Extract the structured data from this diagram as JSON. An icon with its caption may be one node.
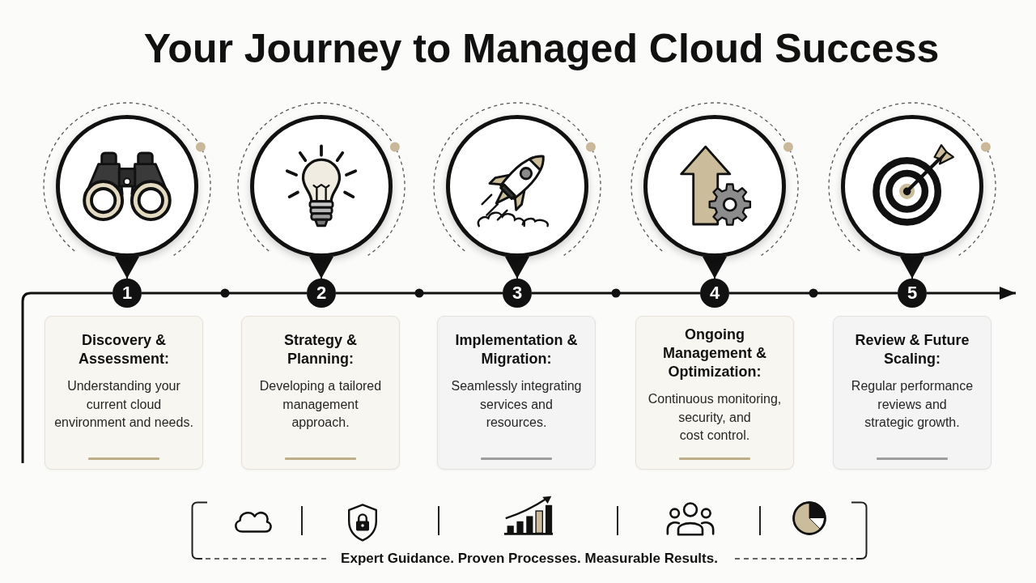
{
  "diagram": {
    "title": "Your Journey to Managed Cloud Success",
    "nodes": [
      {
        "text": [],
        "shape": "picture"
      },
      {
        "text": [
          "1"
        ]
      },
      {
        "text": [
          "Discovery & Assessment:",
          "Understanding your current cloud environment and needs."
        ]
      },
      {
        "text": [],
        "shape": "picture"
      },
      {
        "text": [
          "2"
        ]
      },
      {
        "text": [
          "Strategy & Planning:",
          "Developing a tailored management approach."
        ]
      },
      {
        "text": [],
        "shape": "picture"
      },
      {
        "text": [
          "3"
        ]
      },
      {
        "text": [
          "Implementation & Migration:",
          "Seamlessly integrating services and resources."
        ]
      },
      {
        "text": [],
        "shape": "picture"
      },
      {
        "text": [
          "4"
        ]
      },
      {
        "text": [
          "Ongoing Management & Optimization:",
          "Continuous monitoring, security, and cost control."
        ]
      },
      {
        "text": [],
        "shape": "picture"
      },
      {
        "text": [
          "5"
        ]
      },
      {
        "text": [
          "Review & Future Scaling:",
          "Regular performance reviews and strategic growth."
        ]
      },
      {
        "text": [
          "Expert Guidance. Proven Processes. Measurable Results."
        ]
      }
    ],
    "edges": [
      {
        "from": 0,
        "to": 1,
        "arrow": "to"
      },
      {
        "from": 3,
        "to": 4,
        "arrow": "to"
      },
      {
        "from": 6,
        "to": 7,
        "arrow": "to"
      },
      {
        "from": 9,
        "to": 10,
        "arrow": "to"
      },
      {
        "from": 12,
        "to": 13,
        "arrow": "to"
      },
      {
        "from": null,
        "to": 1,
        "arrow": "none"
      },
      {
        "from": 1,
        "to": 4,
        "arrow": "none"
      },
      {
        "from": 4,
        "to": 7,
        "arrow": "none"
      },
      {
        "from": 7,
        "to": 10,
        "arrow": "none"
      },
      {
        "from": 10,
        "to": 13,
        "arrow": "none"
      },
      {
        "from": 13,
        "to": null,
        "arrow": "to"
      }
    ]
  }
}
